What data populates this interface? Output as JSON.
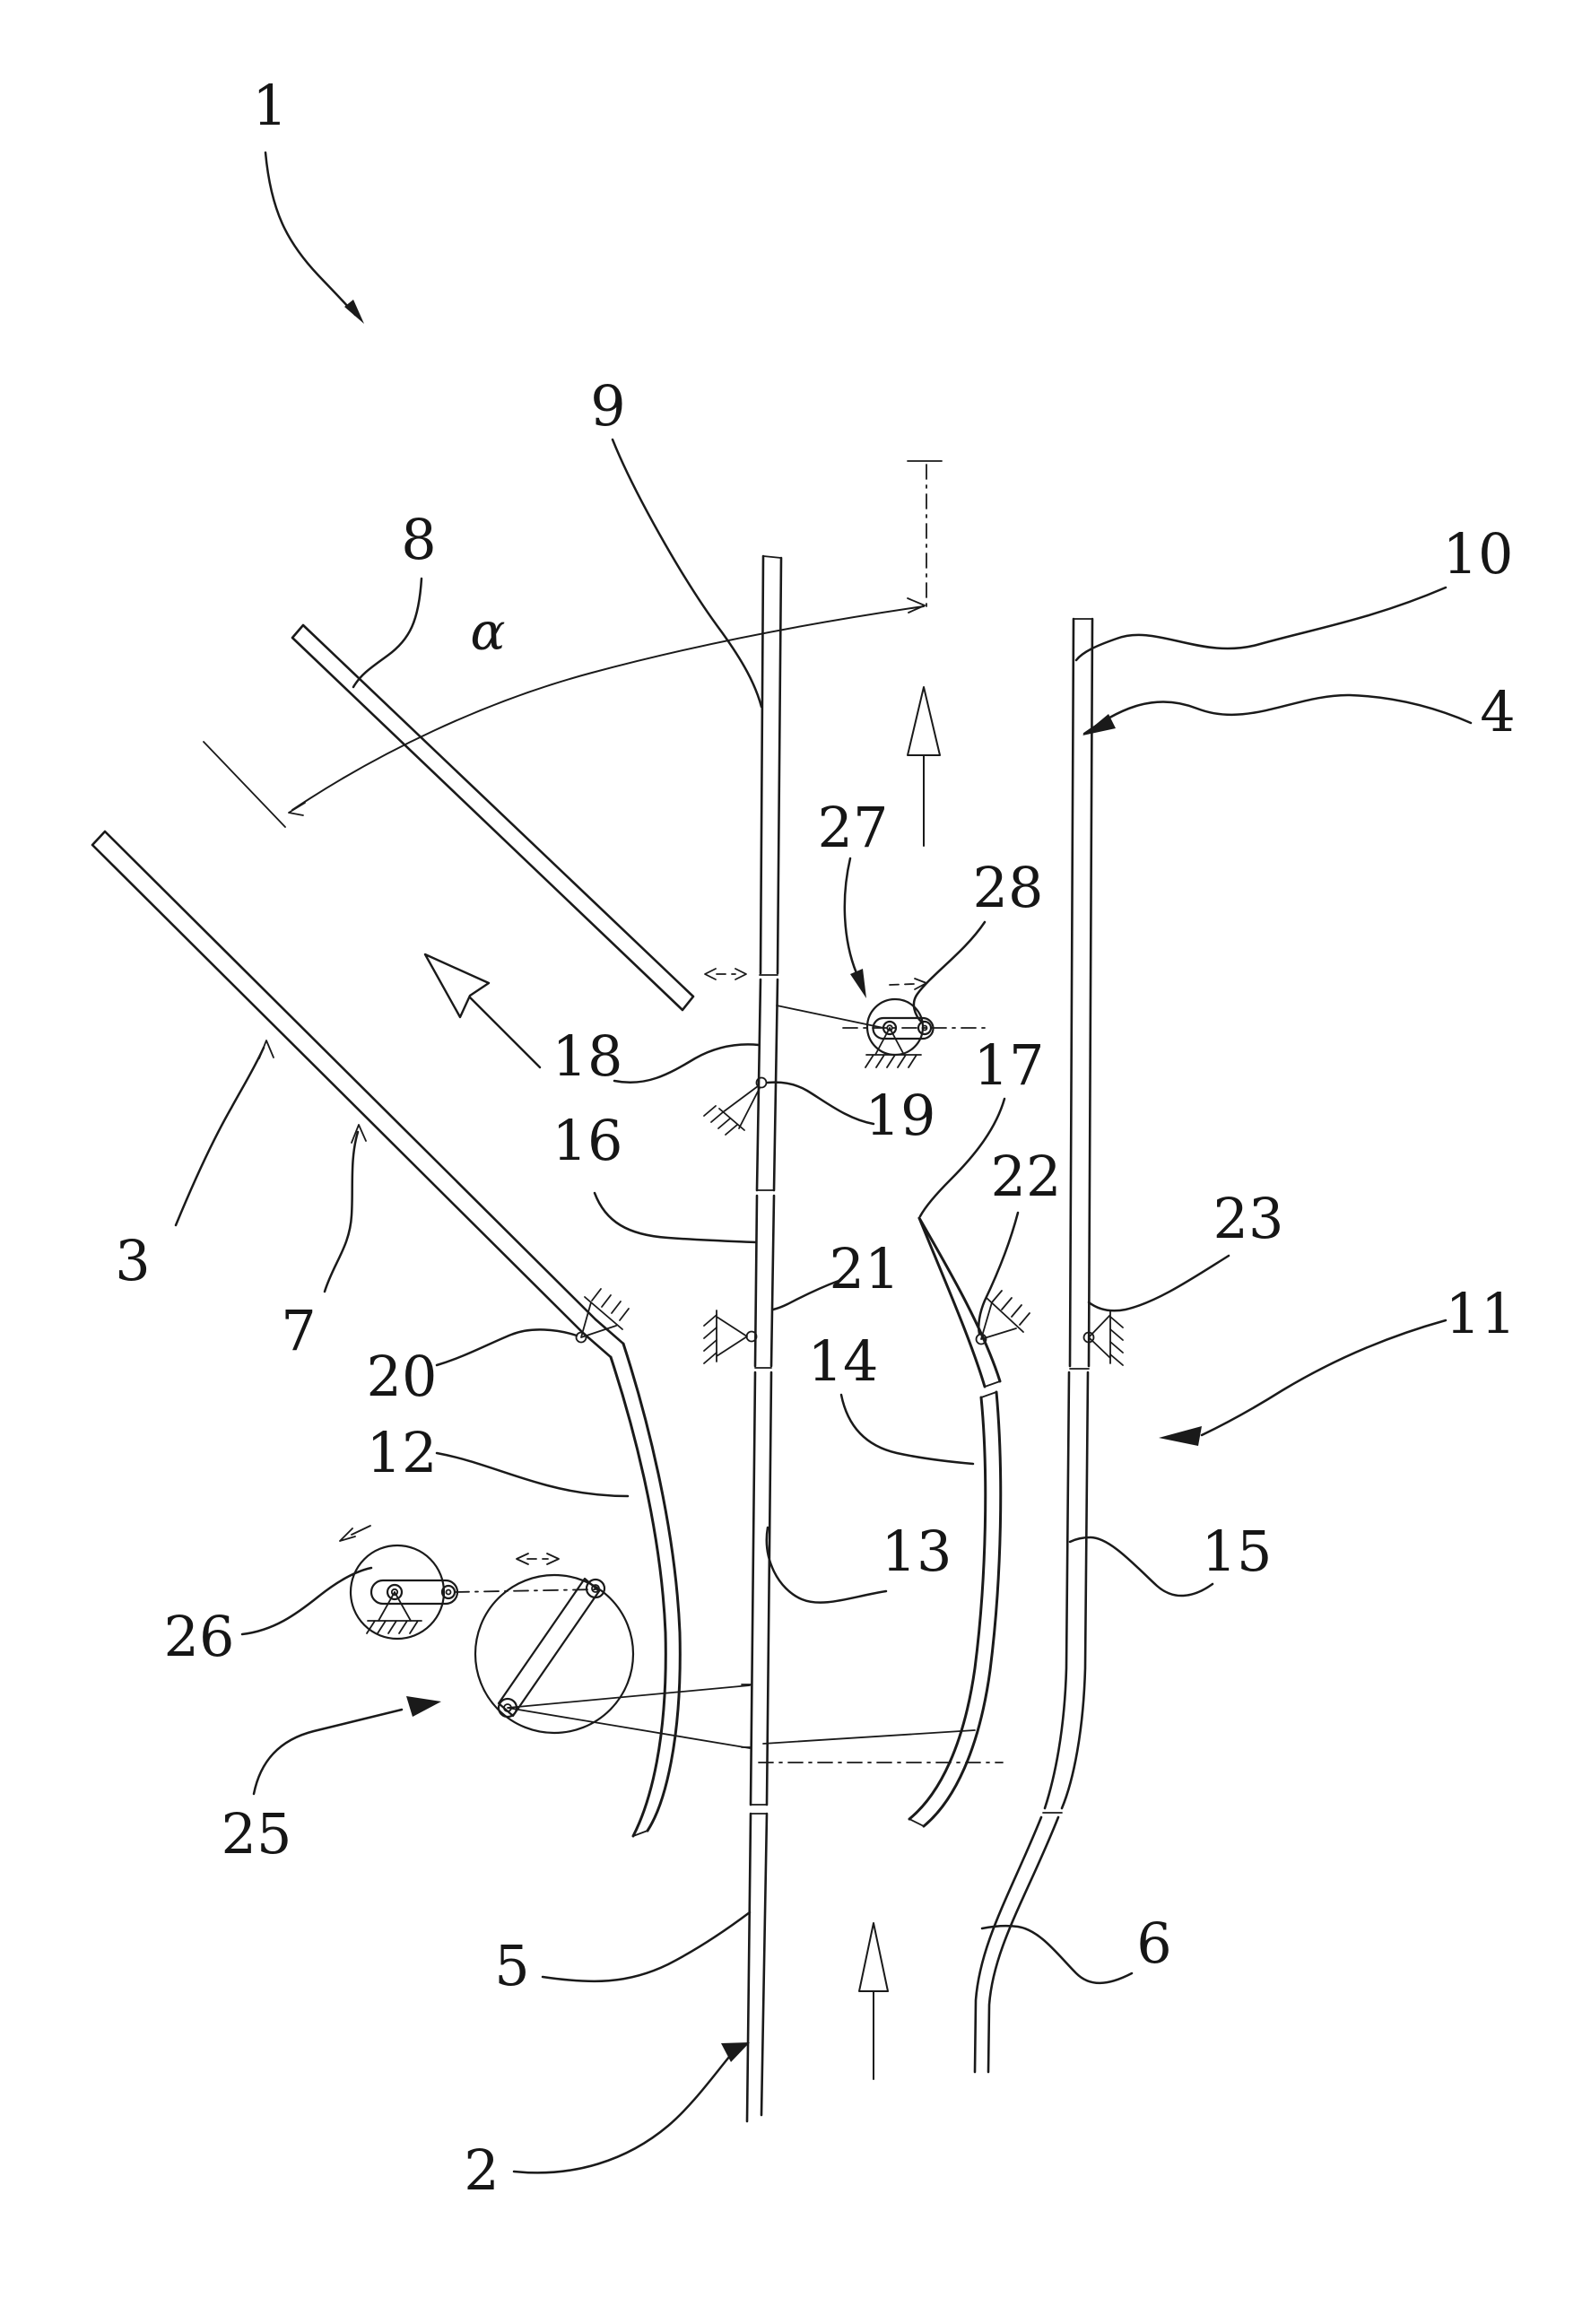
{
  "figure": {
    "kind": "patent railway switch diagram",
    "colors": {
      "background": "#ffffff",
      "ink": "#1a1a1a"
    },
    "angle_symbol": {
      "text": "α"
    },
    "reference_labels": [
      {
        "id": "1",
        "text": "1"
      },
      {
        "id": "2",
        "text": "2"
      },
      {
        "id": "3",
        "text": "3"
      },
      {
        "id": "4",
        "text": "4"
      },
      {
        "id": "5",
        "text": "5"
      },
      {
        "id": "6",
        "text": "6"
      },
      {
        "id": "7",
        "text": "7"
      },
      {
        "id": "8",
        "text": "8"
      },
      {
        "id": "9",
        "text": "9"
      },
      {
        "id": "10",
        "text": "10"
      },
      {
        "id": "11",
        "text": "11"
      },
      {
        "id": "12",
        "text": "12"
      },
      {
        "id": "13",
        "text": "13"
      },
      {
        "id": "14",
        "text": "14"
      },
      {
        "id": "15",
        "text": "15"
      },
      {
        "id": "16",
        "text": "16"
      },
      {
        "id": "17",
        "text": "17"
      },
      {
        "id": "18",
        "text": "18"
      },
      {
        "id": "19",
        "text": "19"
      },
      {
        "id": "20",
        "text": "20"
      },
      {
        "id": "21",
        "text": "21"
      },
      {
        "id": "22",
        "text": "22"
      },
      {
        "id": "23",
        "text": "23"
      },
      {
        "id": "25",
        "text": "25"
      },
      {
        "id": "26",
        "text": "26"
      },
      {
        "id": "27",
        "text": "27"
      },
      {
        "id": "28",
        "text": "28"
      }
    ]
  }
}
